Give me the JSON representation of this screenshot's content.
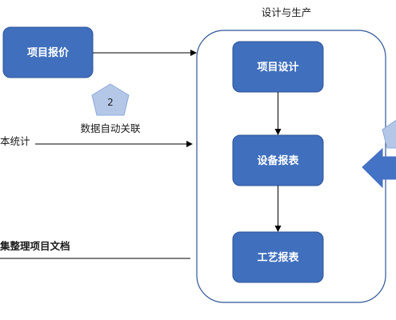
{
  "colors": {
    "node_fill": "#3f6fbd",
    "node_stroke": "#2f5597",
    "pentagon_fill": "#b4c7e7",
    "pentagon_stroke": "#8eaadb",
    "group_border": "#2f5597",
    "arrow": "#000000",
    "big_arrow": "#4472c4"
  },
  "group": {
    "title": "设计与生产",
    "nodes": [
      {
        "label": "项目设计"
      },
      {
        "label": "设备报表"
      },
      {
        "label": "工艺报表"
      }
    ]
  },
  "left": {
    "quote_node": "项目报价",
    "badge_number": "2",
    "badge_caption": "数据自动关联",
    "stats_label": "本统计",
    "docs_label": "集整理项目文档"
  },
  "icons": {
    "badge": "pentagon-icon",
    "partial_badge": "pentagon-icon",
    "big_arrow": "arrow-left-icon"
  }
}
